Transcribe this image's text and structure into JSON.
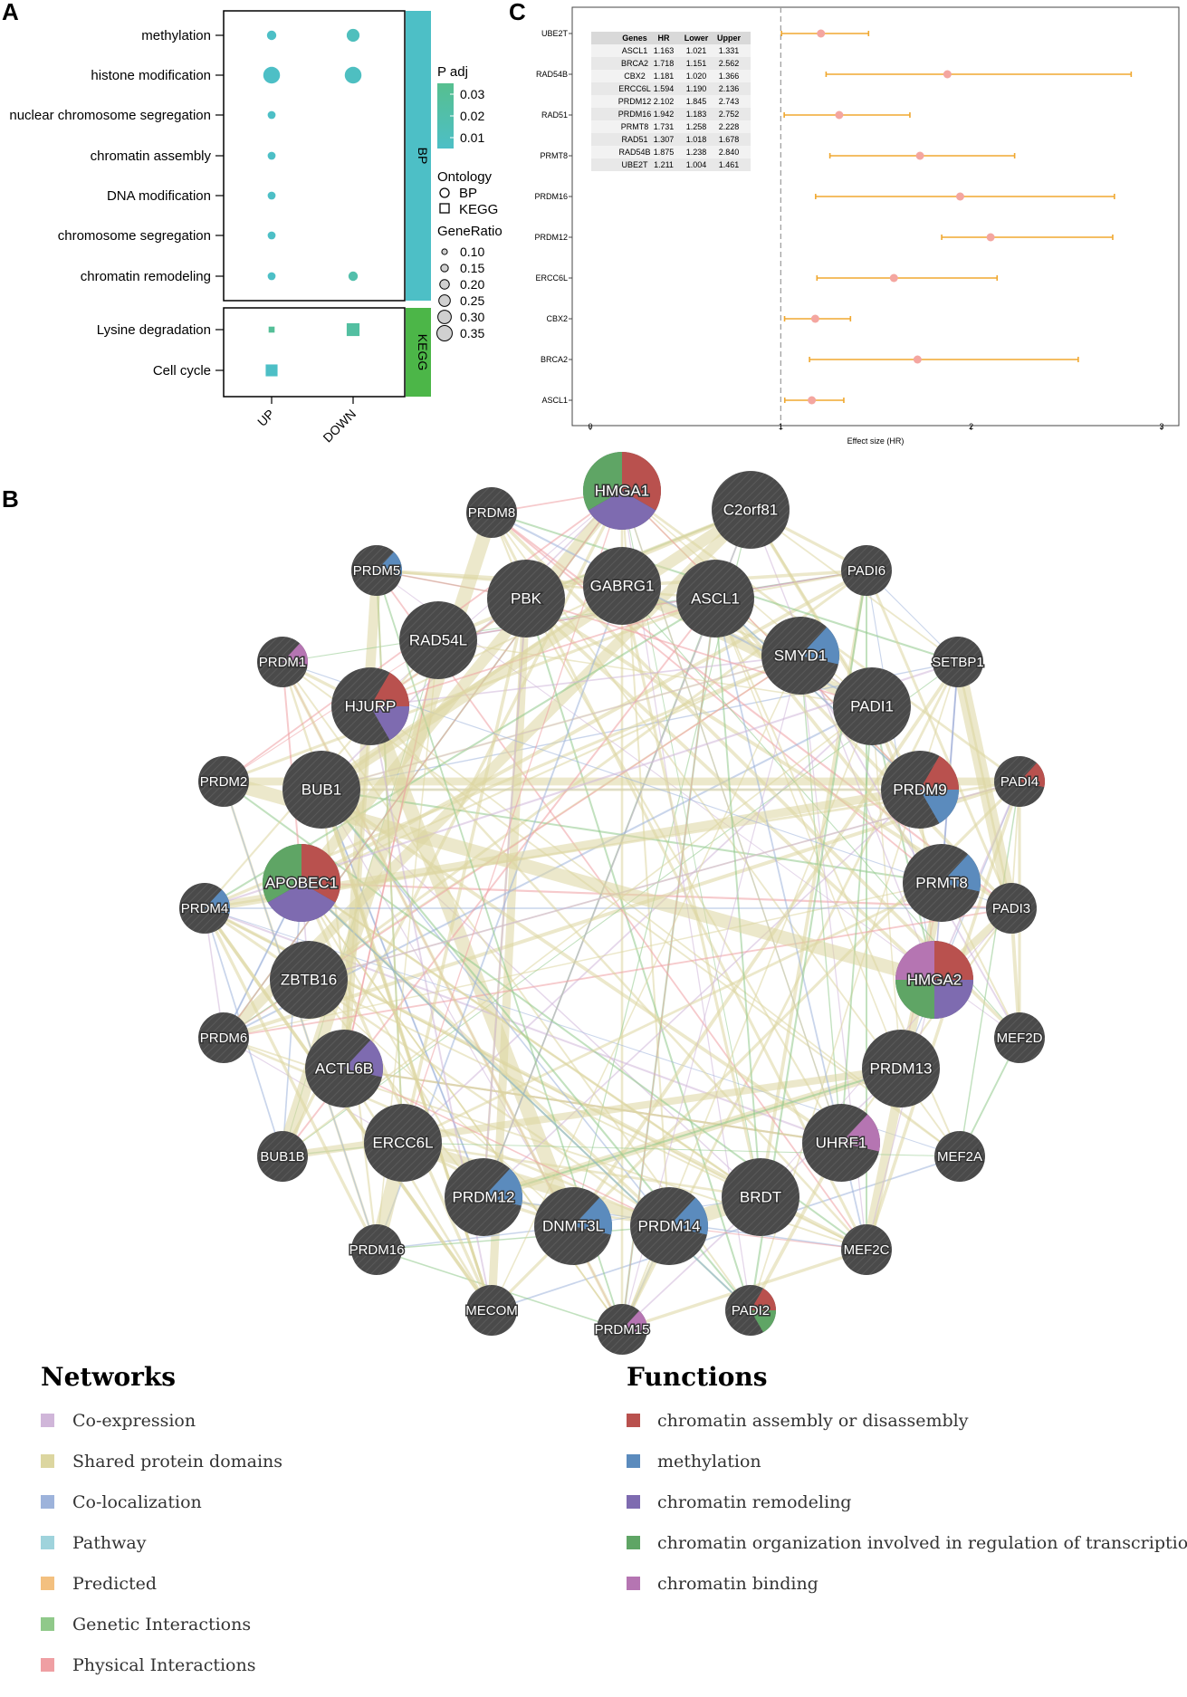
{
  "panel_labels": {
    "a": "A",
    "b": "B",
    "c": "C"
  },
  "chart_data": [
    {
      "type": "scatter",
      "panel": "A",
      "rows": [
        "methylation",
        "histone modification",
        "nuclear chromosome segregation",
        "chromatin assembly",
        "DNA modification",
        "chromosome segregation",
        "chromatin remodeling",
        "Lysine degradation",
        "Cell cycle"
      ],
      "columns": [
        "UP",
        "DOWN"
      ],
      "facets": [
        "BP",
        "KEGG"
      ],
      "facet_colors": {
        "BP": "#4dbfc6",
        "KEGG": "#4cb648"
      },
      "points": [
        {
          "row": "methylation",
          "col": "UP",
          "ontology": "BP",
          "gene_ratio": 0.15,
          "p_adj": 0.005
        },
        {
          "row": "methylation",
          "col": "DOWN",
          "ontology": "BP",
          "gene_ratio": 0.22,
          "p_adj": 0.01
        },
        {
          "row": "histone modification",
          "col": "UP",
          "ontology": "BP",
          "gene_ratio": 0.3,
          "p_adj": 0.005
        },
        {
          "row": "histone modification",
          "col": "DOWN",
          "ontology": "BP",
          "gene_ratio": 0.3,
          "p_adj": 0.008
        },
        {
          "row": "nuclear chromosome segregation",
          "col": "UP",
          "ontology": "BP",
          "gene_ratio": 0.12,
          "p_adj": 0.005
        },
        {
          "row": "chromatin assembly",
          "col": "UP",
          "ontology": "BP",
          "gene_ratio": 0.12,
          "p_adj": 0.005
        },
        {
          "row": "DNA modification",
          "col": "UP",
          "ontology": "BP",
          "gene_ratio": 0.12,
          "p_adj": 0.005
        },
        {
          "row": "chromosome segregation",
          "col": "UP",
          "ontology": "BP",
          "gene_ratio": 0.12,
          "p_adj": 0.005
        },
        {
          "row": "chromatin remodeling",
          "col": "UP",
          "ontology": "BP",
          "gene_ratio": 0.12,
          "p_adj": 0.005
        },
        {
          "row": "chromatin remodeling",
          "col": "DOWN",
          "ontology": "BP",
          "gene_ratio": 0.15,
          "p_adj": 0.02
        },
        {
          "row": "Lysine degradation",
          "col": "UP",
          "ontology": "KEGG",
          "gene_ratio": 0.08,
          "p_adj": 0.03
        },
        {
          "row": "Lysine degradation",
          "col": "DOWN",
          "ontology": "KEGG",
          "gene_ratio": 0.22,
          "p_adj": 0.025
        },
        {
          "row": "Cell cycle",
          "col": "UP",
          "ontology": "KEGG",
          "gene_ratio": 0.2,
          "p_adj": 0.005
        }
      ],
      "legend": {
        "p_adj_title": "P adj",
        "p_adj_ticks": [
          "0.03",
          "0.02",
          "0.01"
        ],
        "p_adj_colors": [
          "#56bf8f",
          "#4dbfc6"
        ],
        "ontology_title": "Ontology",
        "ontology_items": [
          "BP",
          "KEGG"
        ],
        "generatio_title": "GeneRatio",
        "generatio_items": [
          "0.10",
          "0.15",
          "0.20",
          "0.25",
          "0.30",
          "0.35"
        ]
      }
    },
    {
      "type": "scatter",
      "subtype": "forest",
      "panel": "C",
      "genes": [
        "UBE2T",
        "RAD54B",
        "RAD51",
        "PRMT8",
        "PRDM16",
        "PRDM12",
        "ERCC6L",
        "CBX2",
        "BRCA2",
        "ASCL1"
      ],
      "hr": [
        1.211,
        1.875,
        1.307,
        1.731,
        1.942,
        2.102,
        1.594,
        1.181,
        1.718,
        1.163
      ],
      "lower": [
        1.004,
        1.238,
        1.018,
        1.258,
        1.183,
        1.845,
        1.19,
        1.02,
        1.151,
        1.021
      ],
      "upper": [
        1.461,
        2.84,
        1.678,
        2.228,
        2.752,
        2.743,
        2.136,
        1.366,
        2.562,
        1.331
      ],
      "xlabel": "Effect size (HR)",
      "xlim": [
        0,
        3
      ],
      "xticks": [
        "0",
        "1",
        "2",
        "3"
      ],
      "ref_line": 1,
      "color": "#f0a830",
      "point_color": "#f4a6a0",
      "table": {
        "headers": [
          "Genes",
          "HR",
          "Lower",
          "Upper"
        ],
        "rows": [
          [
            "ASCL1",
            "1.163",
            "1.021",
            "1.331"
          ],
          [
            "BRCA2",
            "1.718",
            "1.151",
            "2.562"
          ],
          [
            "CBX2",
            "1.181",
            "1.020",
            "1.366"
          ],
          [
            "ERCC6L",
            "1.594",
            "1.190",
            "2.136"
          ],
          [
            "PRDM12",
            "2.102",
            "1.845",
            "2.743"
          ],
          [
            "PRDM16",
            "1.942",
            "1.183",
            "2.752"
          ],
          [
            "PRMT8",
            "1.731",
            "1.258",
            "2.228"
          ],
          [
            "RAD51",
            "1.307",
            "1.018",
            "1.678"
          ],
          [
            "RAD54B",
            "1.875",
            "1.238",
            "2.840"
          ],
          [
            "UBE2T",
            "1.211",
            "1.004",
            "1.461"
          ]
        ]
      }
    }
  ],
  "network": {
    "panel": "B",
    "nodes": [
      {
        "name": "HMGA1",
        "big": true,
        "functions": [
          "chromatin assembly or disassembly",
          "chromatin remodeling",
          "chromatin organization involved in regulation of transcription"
        ]
      },
      {
        "name": "C2orf81",
        "big": true,
        "functions": []
      },
      {
        "name": "GABRG1",
        "big": true,
        "functions": []
      },
      {
        "name": "PBK",
        "big": true,
        "functions": []
      },
      {
        "name": "ASCL1",
        "big": true,
        "functions": []
      },
      {
        "name": "RAD54L",
        "big": true,
        "functions": []
      },
      {
        "name": "SMYD1",
        "big": true,
        "functions": [
          "methylation"
        ]
      },
      {
        "name": "PADI1",
        "big": true,
        "functions": []
      },
      {
        "name": "HJURP",
        "big": true,
        "functions": [
          "chromatin assembly or disassembly",
          "chromatin remodeling"
        ]
      },
      {
        "name": "BUB1",
        "big": true,
        "functions": []
      },
      {
        "name": "PRDM9",
        "big": true,
        "functions": [
          "chromatin assembly or disassembly",
          "methylation"
        ]
      },
      {
        "name": "APOBEC1",
        "big": true,
        "functions": [
          "chromatin assembly or disassembly",
          "chromatin remodeling",
          "chromatin organization involved in regulation of transcription"
        ]
      },
      {
        "name": "PRMT8",
        "big": true,
        "functions": [
          "methylation"
        ]
      },
      {
        "name": "ZBTB16",
        "big": true,
        "functions": []
      },
      {
        "name": "HMGA2",
        "big": true,
        "functions": [
          "chromatin assembly or disassembly",
          "chromatin remodeling",
          "chromatin organization involved in regulation of transcription",
          "chromatin binding"
        ]
      },
      {
        "name": "ACTL6B",
        "big": true,
        "functions": [
          "chromatin remodeling"
        ]
      },
      {
        "name": "PRDM13",
        "big": true,
        "functions": []
      },
      {
        "name": "ERCC6L",
        "big": true,
        "functions": []
      },
      {
        "name": "UHRF1",
        "big": true,
        "functions": [
          "chromatin binding"
        ]
      },
      {
        "name": "BRDT",
        "big": true,
        "functions": []
      },
      {
        "name": "PRDM12",
        "big": true,
        "functions": [
          "methylation"
        ]
      },
      {
        "name": "DNMT3L",
        "big": true,
        "functions": [
          "methylation"
        ]
      },
      {
        "name": "PRDM14",
        "big": true,
        "functions": [
          "methylation"
        ]
      },
      {
        "name": "PRDM8",
        "big": false,
        "functions": []
      },
      {
        "name": "PADI6",
        "big": false,
        "functions": []
      },
      {
        "name": "PRDM5",
        "big": false,
        "functions": [
          "methylation"
        ]
      },
      {
        "name": "SETBP1",
        "big": false,
        "functions": []
      },
      {
        "name": "PRDM1",
        "big": false,
        "functions": [
          "chromatin binding"
        ]
      },
      {
        "name": "PADI4",
        "big": false,
        "functions": [
          "chromatin assembly or disassembly"
        ]
      },
      {
        "name": "PRDM2",
        "big": false,
        "functions": []
      },
      {
        "name": "PRDM4",
        "big": false,
        "functions": [
          "methylation"
        ]
      },
      {
        "name": "PADI3",
        "big": false,
        "functions": []
      },
      {
        "name": "PRDM6",
        "big": false,
        "functions": []
      },
      {
        "name": "MEF2D",
        "big": false,
        "functions": []
      },
      {
        "name": "BUB1B",
        "big": false,
        "functions": []
      },
      {
        "name": "MEF2A",
        "big": false,
        "functions": []
      },
      {
        "name": "PRDM16",
        "big": false,
        "functions": []
      },
      {
        "name": "MEF2C",
        "big": false,
        "functions": []
      },
      {
        "name": "MECOM",
        "big": false,
        "functions": []
      },
      {
        "name": "PRDM15",
        "big": false,
        "functions": [
          "chromatin binding"
        ]
      },
      {
        "name": "PADI2",
        "big": false,
        "functions": [
          "chromatin assembly or disassembly",
          "chromatin organization involved in regulation of transcription"
        ]
      }
    ],
    "legend": {
      "networks_title": "Networks",
      "networks": [
        {
          "label": "Co-expression",
          "color": "#d0b6d9"
        },
        {
          "label": "Shared protein domains",
          "color": "#dcd6a0"
        },
        {
          "label": "Co-localization",
          "color": "#9db3db"
        },
        {
          "label": "Pathway",
          "color": "#9fd3dc"
        },
        {
          "label": "Predicted",
          "color": "#f3c07f"
        },
        {
          "label": "Genetic Interactions",
          "color": "#90c98a"
        },
        {
          "label": "Physical Interactions",
          "color": "#ef9fa3"
        }
      ],
      "functions_title": "Functions",
      "functions": [
        {
          "label": "chromatin assembly or disassembly",
          "color": "#b9514e"
        },
        {
          "label": "methylation",
          "color": "#5b8bbd"
        },
        {
          "label": "chromatin remodeling",
          "color": "#7e6bb0"
        },
        {
          "label": "chromatin organization involved in regulation of transcription",
          "color": "#5fa565"
        },
        {
          "label": "chromatin binding",
          "color": "#b575b2"
        }
      ]
    }
  }
}
